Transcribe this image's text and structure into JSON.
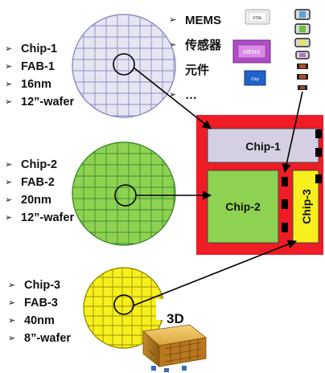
{
  "groups": [
    {
      "lines": [
        "Chip-1",
        "FAB-1",
        "16nm",
        "12”-wafer"
      ],
      "wafer_color": "#e6e6f2",
      "grid_color": "#8c8cc4",
      "chip_color": "#d4cfe3"
    },
    {
      "lines": [
        "Chip-2",
        "FAB-2",
        "20nm",
        "12”-wafer"
      ],
      "wafer_color": "#8ed251",
      "grid_color": "#3f8d2f",
      "chip_color": "#8ed251"
    },
    {
      "lines": [
        "Chip-3",
        "FAB-3",
        "40nm",
        "8”-wafer"
      ],
      "wafer_color": "#f8f01e",
      "grid_color": "#9a9100",
      "chip_color": "#f8f01e"
    }
  ],
  "components": {
    "items": [
      "MEMS",
      "传感器",
      "元件",
      "…"
    ],
    "xtal_label": "XTAL",
    "mems_chip_label": "MEMS",
    "chip_label": "Chip"
  },
  "package": {
    "chip1_label": "Chip-1",
    "chip2_label": "Chip-2",
    "chip3_label": "Chip-3",
    "frame_color": "#ee1c24",
    "connector_color": "#000000"
  },
  "badge_3d": "3D",
  "arrow_bullet": "➢"
}
